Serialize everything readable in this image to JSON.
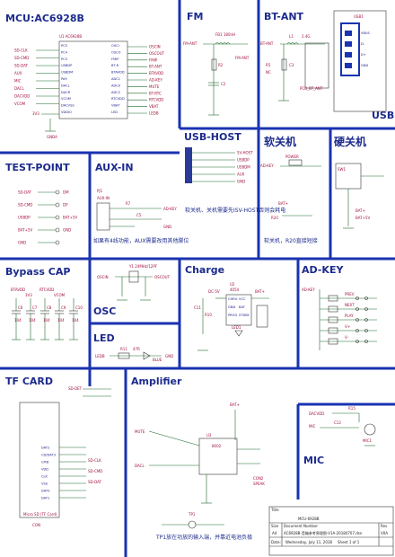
{
  "sections": {
    "mcu": "MCU:AC6928B",
    "fm": "FM",
    "btant": "BT-ANT",
    "usb": "USB",
    "usbhost": "USB-HOST",
    "softsw": "软关机",
    "hardsw": "硬关机",
    "testpoint": "TEST-POINT",
    "auxin": "AUX-IN",
    "bypass": "Bypass CAP",
    "osc": "OSC",
    "charge": "Charge",
    "adkey": "AD-KEY",
    "led": "LED",
    "tfcard": "TF CARD",
    "amplifier": "Amplifier",
    "mic": "MIC"
  },
  "notes": {
    "aux": "如果有4线功能，AUX需要改用其他脚位",
    "usbhost": "软关机、关机需要先ISV-HOST否则会耗电",
    "softsw": "软关机，R20直接短接",
    "tp1": "TP1放在功放的输入端，并靠近电池负极"
  },
  "mcu": {
    "ref": "U1 AC6928B",
    "left_nets": [
      "SD-CLK",
      "SD-CMD",
      "SD-DAT",
      "AUX",
      "MIC",
      "DACL",
      "DACVDD",
      "VCOM"
    ],
    "right_nets": [
      "OSCIN",
      "OSCOUT",
      "FMIP",
      "BT-ANT",
      "BTAVDD",
      "AD-KEY",
      "MUTE",
      "BT-RTC",
      "RTCVDD",
      "VBAT",
      "LEDB"
    ],
    "left_pins": [
      "PC5",
      "PC4",
      "PC3",
      "USBDP",
      "USBDM",
      "PA9",
      "DACL",
      "DACR",
      "VCOM",
      "DACVSS",
      "VDDIO"
    ],
    "right_pins": [
      "OSCI",
      "OSCO",
      "FMIP",
      "BT-R",
      "BTAVDD",
      "ADC1",
      "ADC0",
      "ADC2",
      "RTCVDD",
      "VBAT",
      "LED"
    ],
    "vdd": "3V3",
    "gnd": "GNDA"
  },
  "fm": {
    "refs": [
      "FB1 180nH",
      "FM-ANT",
      "R2",
      "C2"
    ]
  },
  "btant": {
    "refs": [
      "BT-ANT",
      "L1",
      "2.4G",
      "C3",
      "R5",
      "NC",
      "PCB_BT_ANT"
    ]
  },
  "usb": {
    "ref": "USB1",
    "pins": [
      "VBUS",
      "D-",
      "D+",
      "GND"
    ]
  },
  "usbhost": {
    "nets": [
      "5V-HOST",
      "USBDP",
      "USBDM",
      "AUX",
      "GND"
    ]
  },
  "softsw": {
    "nets": [
      "AD-KEY",
      "POWER",
      "BAT+",
      "R20"
    ]
  },
  "hardsw": {
    "nets": [
      "SW1",
      "BAT+",
      "BAT+5V"
    ]
  },
  "testpoint": {
    "nets": [
      "SD-DAT",
      "SD-CMD",
      "USBDP",
      "BAT+5V",
      "GND"
    ],
    "labels": [
      "DM",
      "DP",
      "BAT+5V",
      "GND"
    ]
  },
  "auxin": {
    "refs": [
      "PJ1",
      "AUX-IN",
      "C5",
      "R7",
      "AD-KEY",
      "GND"
    ]
  },
  "bypass": {
    "nets": [
      "BTAVDD",
      "3V3",
      "RTCVDD",
      "VCOM"
    ],
    "caps": [
      "C6",
      "C7",
      "C8",
      "C9",
      "C10"
    ],
    "values": [
      "104",
      "104",
      "104",
      "104",
      "104"
    ]
  },
  "osc": {
    "refs": [
      "Y1 24MHz/12PF",
      "OSCIN",
      "OSCOUT"
    ]
  },
  "charge": {
    "refs": [
      "U2",
      "4054",
      "DC-5V",
      "BAT+",
      "C11",
      "R10",
      "LED1"
    ],
    "pins": [
      "CHRG",
      "GND",
      "PROG",
      "VCC",
      "BAT",
      "STDBY"
    ]
  },
  "adkey": {
    "refs": [
      "AD-KEY",
      "PREV",
      "NEXT",
      "PLAY",
      "V+",
      "V-"
    ]
  },
  "led": {
    "refs": [
      "LEDB",
      "R11",
      "47R",
      "BLUE",
      "GND"
    ]
  },
  "tfcard": {
    "refs": [
      "SD-DET",
      "SD-CLK",
      "SD-CMD",
      "SD-DAT",
      "DAT2",
      "CD/DAT3",
      "CMD",
      "VDD",
      "CLK",
      "VSS",
      "DAT0",
      "DAT1",
      "Micro SD (TF Card)",
      "CON"
    ]
  },
  "amplifier": {
    "refs": [
      "BAT+",
      "MUTE",
      "DACL",
      "U3",
      "8002",
      "CON2",
      "SPEAK"
    ]
  },
  "mic": {
    "refs": [
      "DACVDD",
      "MIC",
      "C12",
      "R15",
      "MIC1"
    ]
  },
  "tp": "TP1",
  "title_block": {
    "title": "MCU-6928B",
    "size": "A4",
    "document": "AC6928B-音箱参考原理图-V1A-20180707.dsn",
    "date": "Wednesday, July 11, 2018",
    "sheet": "Sheet  1  of  1",
    "rev": "V0A",
    "title_label": "Title",
    "size_label": "Size",
    "doc_label": "Document Number",
    "rev_label": "Rev",
    "date_label": "Date:"
  }
}
